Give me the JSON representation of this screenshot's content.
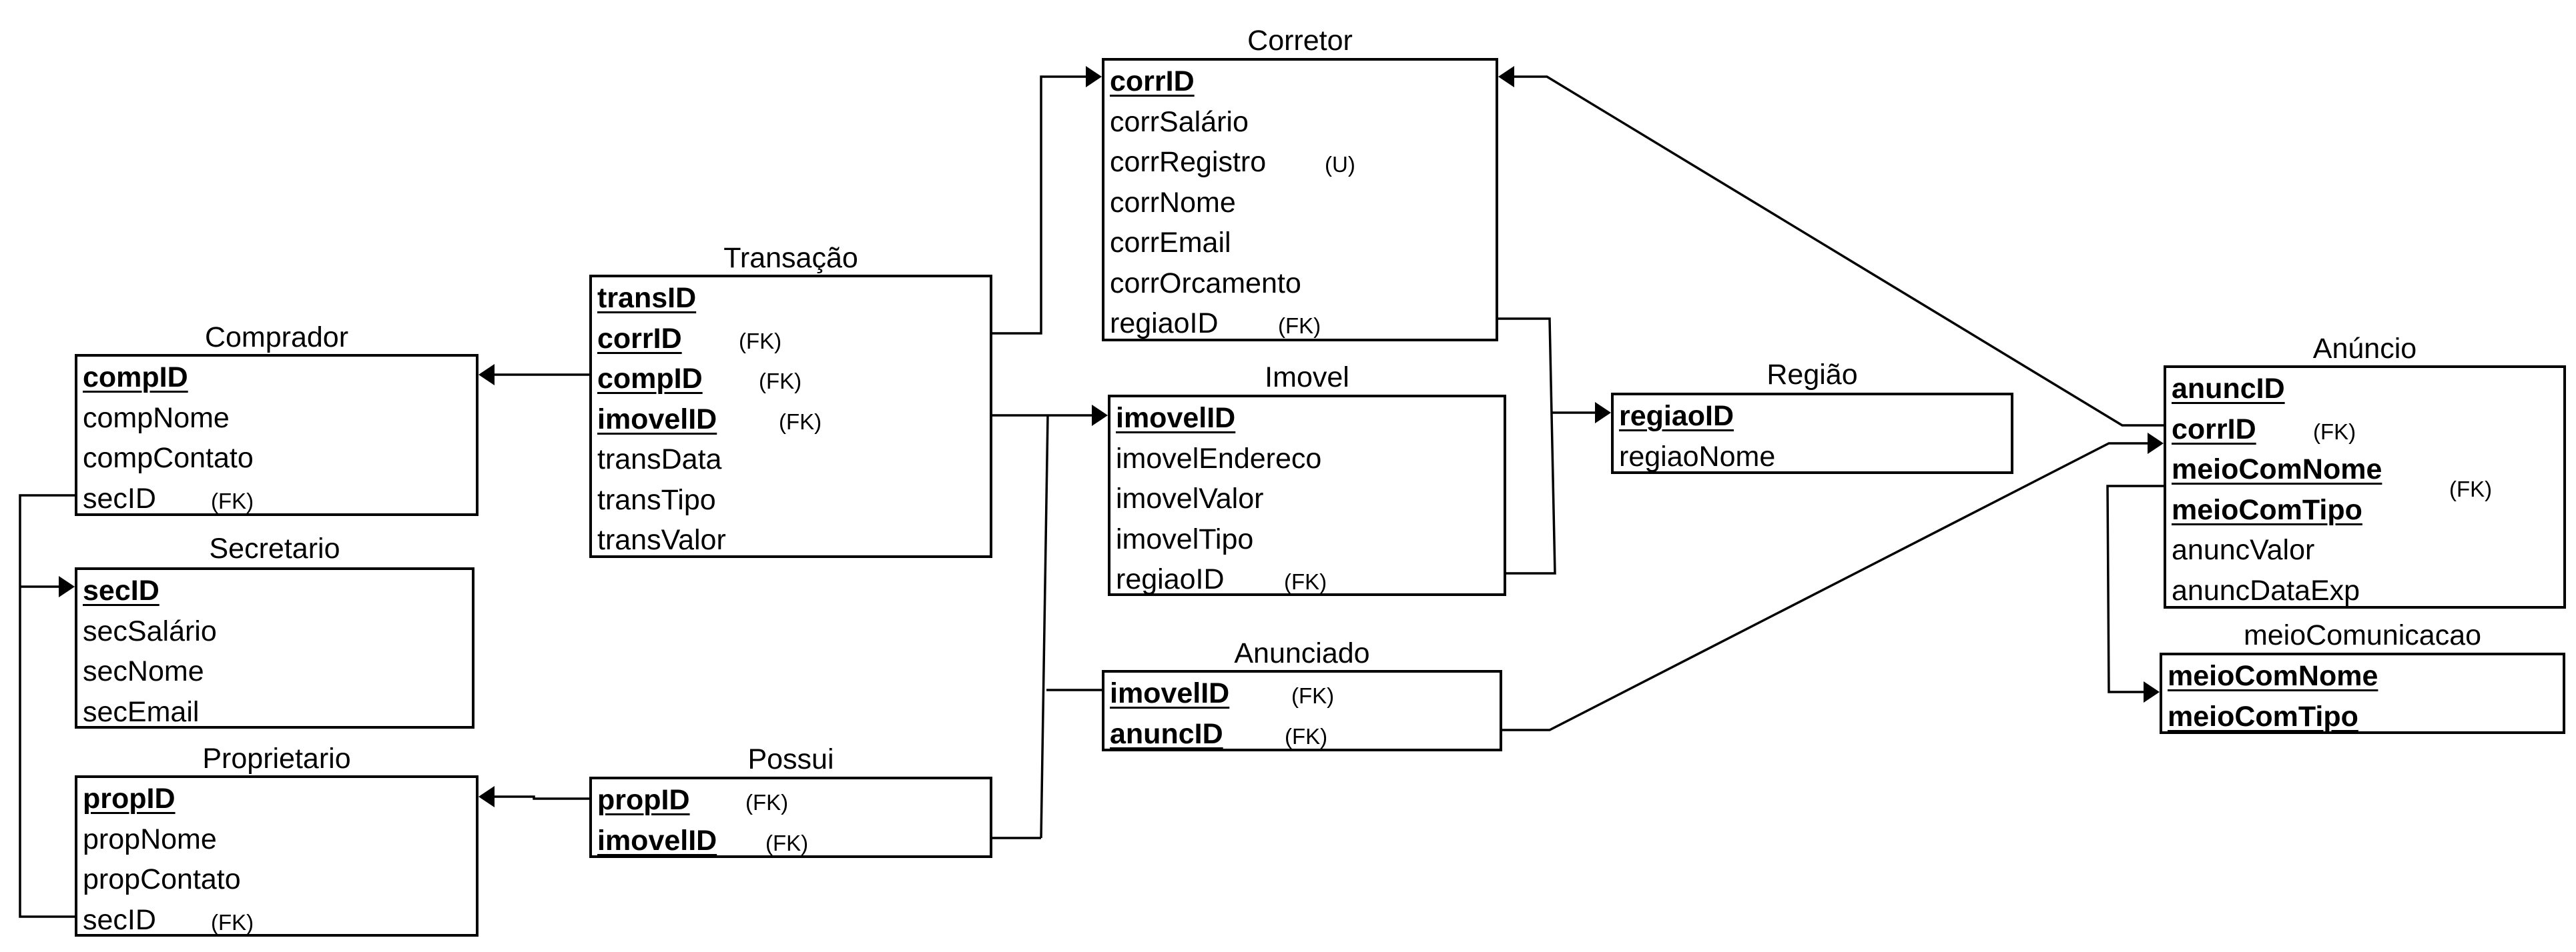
{
  "entities": {
    "corretor": {
      "title": "Corretor",
      "attributes": [
        {
          "name": "corrID",
          "key": true,
          "tag": ""
        },
        {
          "name": "corrSalário",
          "key": false,
          "tag": ""
        },
        {
          "name": "corrRegistro",
          "key": false,
          "tag": "(U)"
        },
        {
          "name": "corrNome",
          "key": false,
          "tag": ""
        },
        {
          "name": "corrEmail",
          "key": false,
          "tag": ""
        },
        {
          "name": "corrOrcamento",
          "key": false,
          "tag": ""
        },
        {
          "name": "regiaoID",
          "key": false,
          "tag": "(FK)"
        }
      ]
    },
    "transacao": {
      "title": "Transação",
      "attributes": [
        {
          "name": "transID",
          "key": true,
          "tag": ""
        },
        {
          "name": "corrID",
          "key": true,
          "tag": "(FK)"
        },
        {
          "name": "compID",
          "key": true,
          "tag": "(FK)"
        },
        {
          "name": "imovelID",
          "key": true,
          "tag": "(FK)"
        },
        {
          "name": "transData",
          "key": false,
          "tag": ""
        },
        {
          "name": "transTipo",
          "key": false,
          "tag": ""
        },
        {
          "name": "transValor",
          "key": false,
          "tag": ""
        }
      ]
    },
    "comprador": {
      "title": "Comprador",
      "attributes": [
        {
          "name": "compID",
          "key": true,
          "tag": ""
        },
        {
          "name": "compNome",
          "key": false,
          "tag": ""
        },
        {
          "name": "compContato",
          "key": false,
          "tag": ""
        },
        {
          "name": "secID",
          "key": false,
          "tag": "(FK)"
        }
      ]
    },
    "secretario": {
      "title": "Secretario",
      "attributes": [
        {
          "name": "secID",
          "key": true,
          "tag": ""
        },
        {
          "name": "secSalário",
          "key": false,
          "tag": ""
        },
        {
          "name": "secNome",
          "key": false,
          "tag": ""
        },
        {
          "name": "secEmail",
          "key": false,
          "tag": ""
        }
      ]
    },
    "proprietario": {
      "title": "Proprietario",
      "attributes": [
        {
          "name": "propID",
          "key": true,
          "tag": ""
        },
        {
          "name": "propNome",
          "key": false,
          "tag": ""
        },
        {
          "name": "propContato",
          "key": false,
          "tag": ""
        },
        {
          "name": "secID",
          "key": false,
          "tag": "(FK)"
        }
      ]
    },
    "possui": {
      "title": "Possui",
      "attributes": [
        {
          "name": "propID",
          "key": true,
          "tag": "(FK)"
        },
        {
          "name": "imovelID",
          "key": true,
          "tag": "(FK)"
        }
      ]
    },
    "imovel": {
      "title": "Imovel",
      "attributes": [
        {
          "name": "imovelID",
          "key": true,
          "tag": ""
        },
        {
          "name": "imovelEndereco",
          "key": false,
          "tag": ""
        },
        {
          "name": "imovelValor",
          "key": false,
          "tag": ""
        },
        {
          "name": "imovelTipo",
          "key": false,
          "tag": ""
        },
        {
          "name": "regiaoID",
          "key": false,
          "tag": "(FK)"
        }
      ]
    },
    "anunciado": {
      "title": "Anunciado",
      "attributes": [
        {
          "name": "imovelID",
          "key": true,
          "tag": "(FK)"
        },
        {
          "name": "anuncID",
          "key": true,
          "tag": "(FK)"
        }
      ]
    },
    "regiao": {
      "title": "Região",
      "attributes": [
        {
          "name": "regiaoID",
          "key": true,
          "tag": ""
        },
        {
          "name": "regiaoNome",
          "key": false,
          "tag": ""
        }
      ]
    },
    "anuncio": {
      "title": "Anúncio",
      "attributes": [
        {
          "name": "anuncID",
          "key": true,
          "tag": ""
        },
        {
          "name": "corrID",
          "key": true,
          "tag": "(FK)"
        },
        {
          "name": "meioComNome",
          "key": true,
          "tag": ""
        },
        {
          "name": "meioComTipo",
          "key": true,
          "tag": ""
        },
        {
          "name": "anuncValor",
          "key": false,
          "tag": ""
        },
        {
          "name": "anuncDataExp",
          "key": false,
          "tag": ""
        }
      ],
      "group_tag": "(FK)"
    },
    "meioComunicacao": {
      "title": "meioComunicacao",
      "attributes": [
        {
          "name": "meioComNome",
          "key": true,
          "tag": ""
        },
        {
          "name": "meioComTipo",
          "key": true,
          "tag": ""
        }
      ]
    }
  },
  "relationships": [
    {
      "from": "transacao",
      "to": "corretor"
    },
    {
      "from": "transacao",
      "to": "comprador"
    },
    {
      "from": "transacao",
      "to": "imovel"
    },
    {
      "from": "corretor",
      "to": "regiao"
    },
    {
      "from": "imovel",
      "to": "regiao"
    },
    {
      "from": "anuncio",
      "to": "corretor"
    },
    {
      "from": "anunciado",
      "to": "anuncio"
    },
    {
      "from": "anunciado",
      "to": "imovel"
    },
    {
      "from": "possui",
      "to": "imovel"
    },
    {
      "from": "possui",
      "to": "proprietario"
    },
    {
      "from": "comprador",
      "to": "secretario"
    },
    {
      "from": "proprietario",
      "to": "secretario"
    },
    {
      "from": "anuncio",
      "to": "meioComunicacao"
    }
  ],
  "line_color": "#000000"
}
